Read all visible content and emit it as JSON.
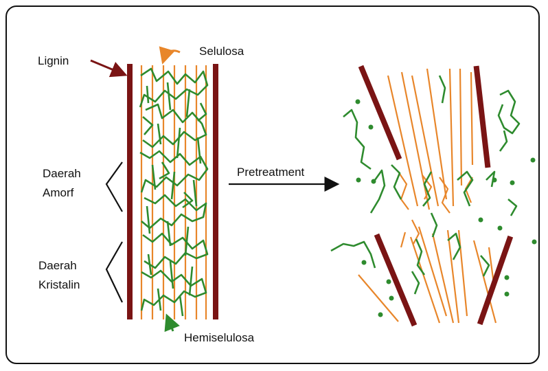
{
  "labels": {
    "lignin": "Lignin",
    "selulosa": "Selulosa",
    "daerah_amorf_1": "Daerah",
    "daerah_amorf_2": "Amorf",
    "daerah_kristalin_1": "Daerah",
    "daerah_kristalin_2": "Kristalin",
    "pretreatment": "Pretreatment",
    "hemiselulosa": "Hemiselulosa"
  },
  "colors": {
    "lignin": "#7a1414",
    "selulosa": "#e8862a",
    "hemiselulosa": "#2e8b2e",
    "text": "#111111",
    "border": "#111111"
  }
}
